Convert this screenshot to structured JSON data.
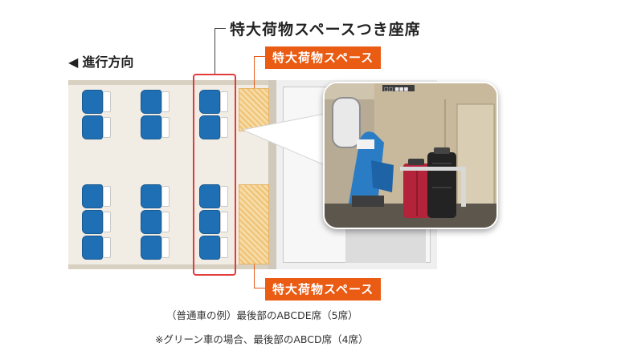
{
  "labels": {
    "main_title": "特大荷物スペースつき座席",
    "luggage_top": "特大荷物スペース",
    "luggage_bottom": "特大荷物スペース",
    "direction": "進行方向",
    "direction_arrow": "◀"
  },
  "captions": {
    "line1": "（普通車の例）最後部のABCDE席（5席）",
    "line2": "※グリーン車の場合、最後部のABCD席（4席）"
  },
  "photo": {
    "sign_text": "□□ ■■■"
  },
  "colors": {
    "accent_orange": "#ea5b13",
    "highlight_red": "#e23b3b",
    "seat_blue": "#1f6fb4"
  }
}
